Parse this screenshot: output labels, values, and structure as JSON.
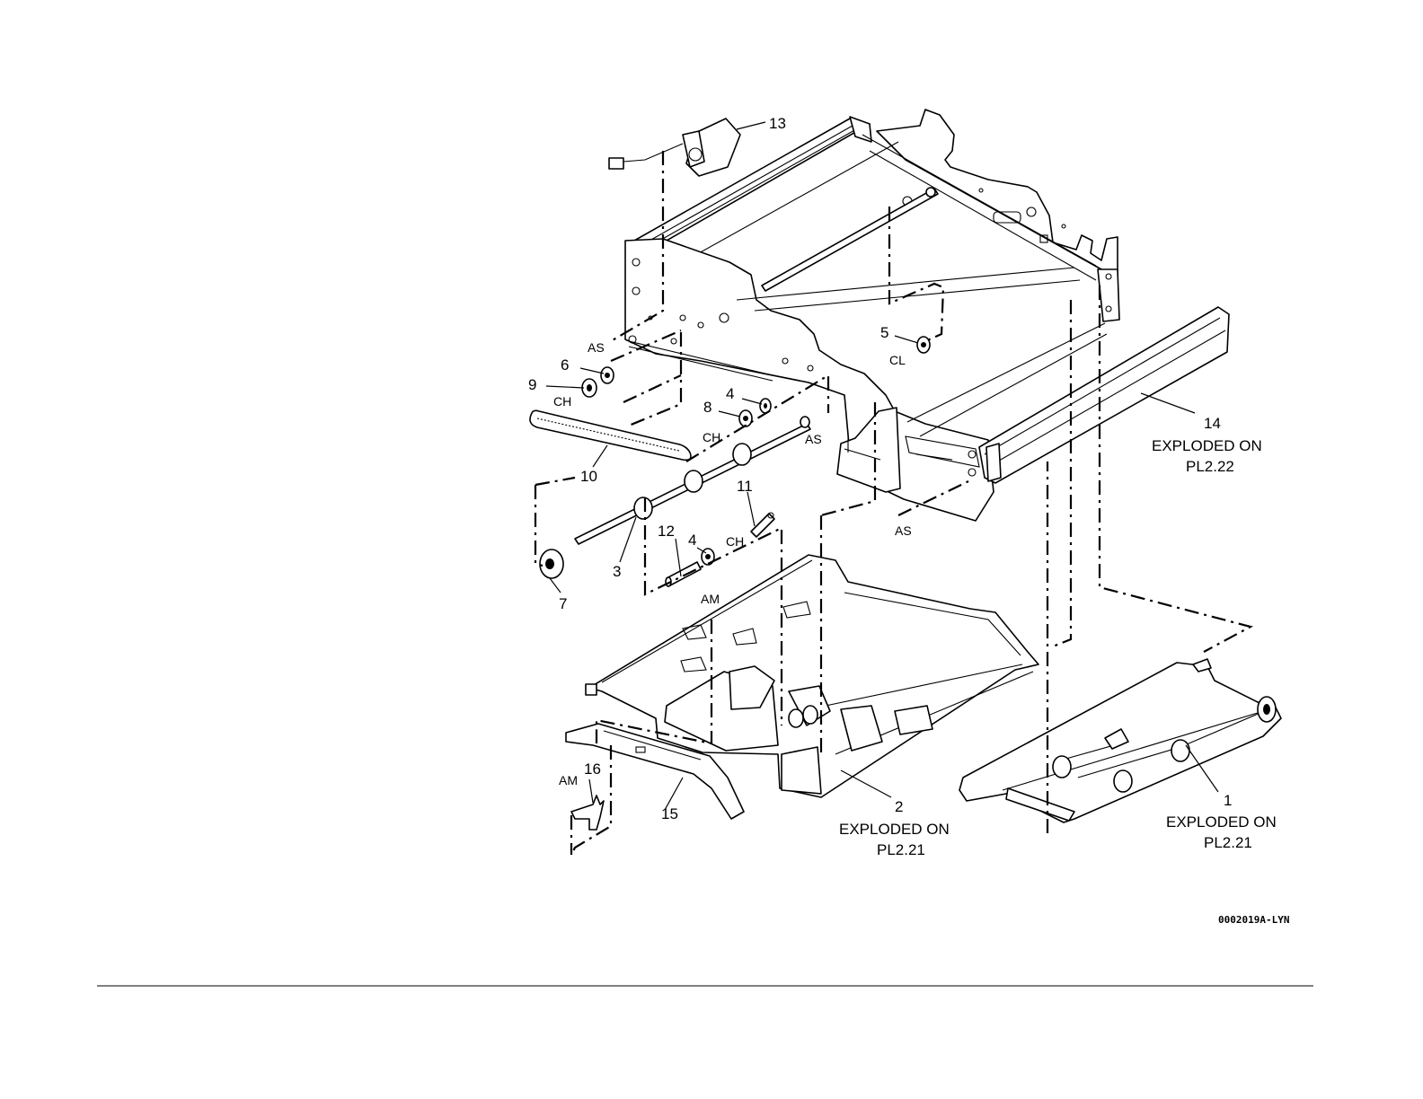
{
  "drawing_id": "0002019A-LYN",
  "callouts": {
    "c1": "1",
    "c2": "2",
    "c3": "3",
    "c4a": "4",
    "c4b": "4",
    "c5": "5",
    "c6": "6",
    "c7": "7",
    "c8": "8",
    "c9": "9",
    "c10": "10",
    "c11": "11",
    "c12": "12",
    "c13": "13",
    "c14": "14",
    "c15": "15",
    "c16": "16"
  },
  "codes": {
    "as1": "AS",
    "as2": "AS",
    "as3": "AS",
    "ch1": "CH",
    "ch2": "CH",
    "ch3": "CH",
    "cl": "CL",
    "am1": "AM",
    "am2": "AM"
  },
  "notes": {
    "n14_l1": "EXPLODED ON",
    "n14_l2": "PL2.22",
    "n2_l1": "EXPLODED ON",
    "n2_l2": "PL2.21",
    "n1_l1": "EXPLODED ON",
    "n1_l2": "PL2.21"
  }
}
